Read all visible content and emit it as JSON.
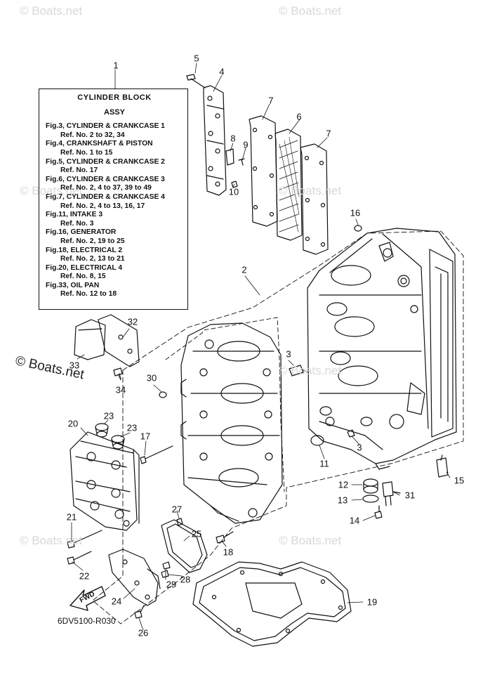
{
  "watermarks": [
    "© Boats.net",
    "© Boats.net",
    "© Boats.net",
    "© Boats.net",
    "© Boats.net",
    "© Boats.net",
    "© Boats.net",
    "© Boats.net"
  ],
  "assembly_box": {
    "title": "CYLINDER BLOCK",
    "subtitle": "ASSY",
    "lines": [
      {
        "text": "Fig.3, CYLINDER & CRANKCASE 1",
        "ref": false
      },
      {
        "text": "Ref. No. 2 to 32, 34",
        "ref": true
      },
      {
        "text": "Fig.4, CRANKSHAFT & PISTON",
        "ref": false
      },
      {
        "text": "Ref. No. 1 to 15",
        "ref": true
      },
      {
        "text": "Fig.5, CYLINDER & CRANKCASE 2",
        "ref": false
      },
      {
        "text": "Ref. No. 17",
        "ref": true
      },
      {
        "text": "Fig.6, CYLINDER & CRANKCASE 3",
        "ref": false
      },
      {
        "text": "Ref. No. 2, 4 to 37, 39 to 49",
        "ref": true
      },
      {
        "text": "Fig.7, CYLINDER & CRANKCASE 4",
        "ref": false
      },
      {
        "text": "Ref. No. 2, 4 to 13, 16, 17",
        "ref": true
      },
      {
        "text": "Fig.11, INTAKE 3",
        "ref": false
      },
      {
        "text": "Ref. No. 3",
        "ref": true
      },
      {
        "text": "Fig.16, GENERATOR",
        "ref": false
      },
      {
        "text": "Ref. No. 2, 19 to 25",
        "ref": true
      },
      {
        "text": "Fig.18, ELECTRICAL 2",
        "ref": false
      },
      {
        "text": "Ref. No. 2, 13 to 21",
        "ref": true
      },
      {
        "text": "Fig.20, ELECTRICAL 4",
        "ref": false
      },
      {
        "text": "Ref. No. 8, 15",
        "ref": true
      },
      {
        "text": "Fig.33, OIL PAN",
        "ref": false
      },
      {
        "text": "Ref. No. 12 to 18",
        "ref": true
      }
    ]
  },
  "callouts": [
    "1",
    "2",
    "3",
    "3",
    "4",
    "5",
    "6",
    "7",
    "7",
    "8",
    "9",
    "10",
    "11",
    "12",
    "13",
    "14",
    "15",
    "16",
    "17",
    "18",
    "19",
    "20",
    "21",
    "22",
    "23",
    "23",
    "24",
    "25",
    "26",
    "27",
    "28",
    "29",
    "30",
    "31",
    "32",
    "33",
    "34"
  ],
  "fwd_label": "FWD",
  "diagram_code": "6DV5100-R030",
  "colors": {
    "line": "#111111",
    "watermark": "#d8d8d8",
    "background": "#ffffff"
  }
}
